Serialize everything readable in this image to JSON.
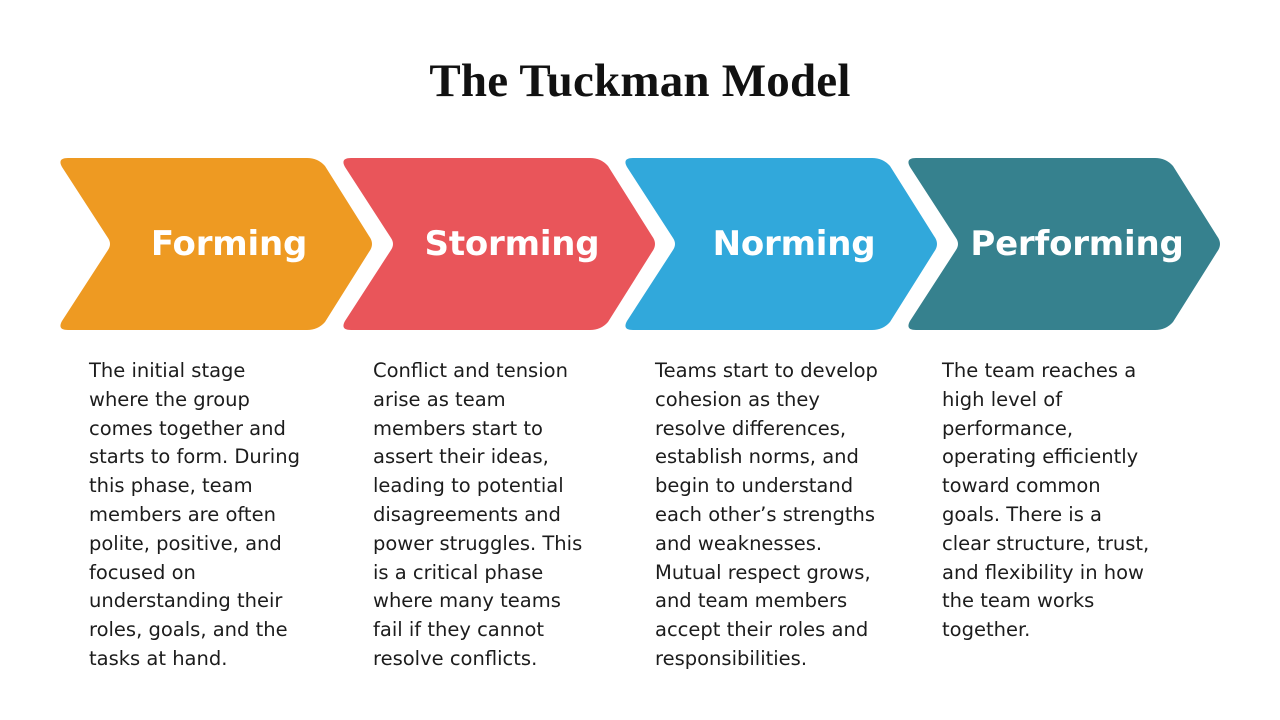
{
  "slide": {
    "title": "The Tuckman Model",
    "background_color": "#ffffff",
    "title_color": "#111111"
  },
  "stages": [
    {
      "label": "Forming",
      "color": "#EE9A22",
      "label_color": "#ffffff",
      "description": "The initial stage where the group comes together and starts to form. During this phase, team members are often polite, positive, and focused on understanding their roles, goals, and the tasks at hand."
    },
    {
      "label": "Storming",
      "color": "#E9555A",
      "label_color": "#ffffff",
      "description": "Conflict and tension arise as team members start to assert their ideas, leading to potential disagreements and power struggles. This is a critical phase where many teams fail if they cannot resolve conflicts."
    },
    {
      "label": "Norming",
      "color": "#31A8DB",
      "label_color": "#ffffff",
      "description": "Teams start to develop cohesion as they resolve differences, establish norms, and begin to understand each other’s strengths and weaknesses. Mutual respect grows, and team members accept their roles and responsibilities."
    },
    {
      "label": "Performing",
      "color": "#36818E",
      "label_color": "#ffffff",
      "description": "The team reaches a high level of performance, operating efficiently toward common goals. There is a clear structure, trust, and flexibility in how the team works together."
    }
  ]
}
